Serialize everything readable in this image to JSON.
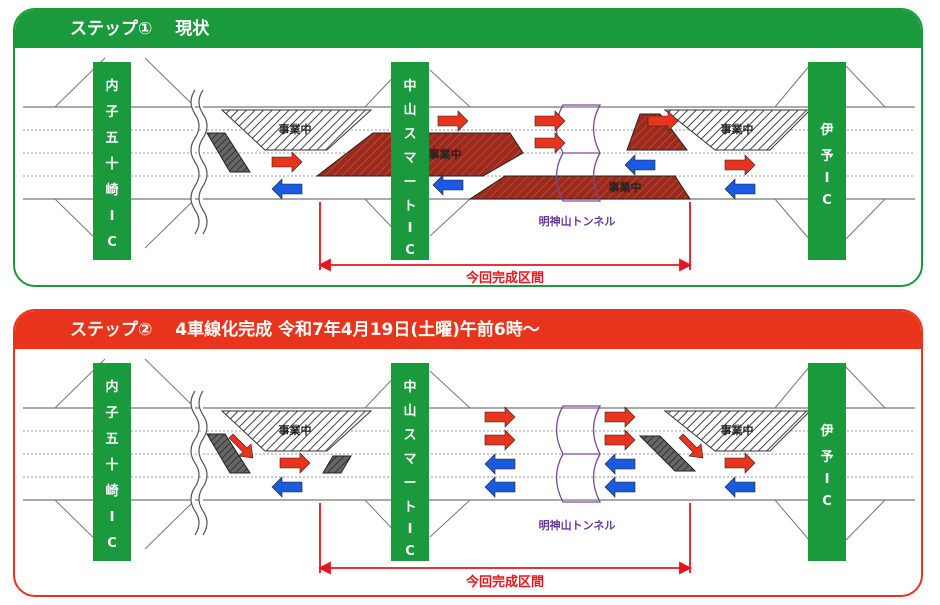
{
  "step1": {
    "title": "ステップ①　 現状",
    "ic_left": "内子五十崎IC",
    "ic_mid": "中山スマートIC",
    "ic_right": "伊予IC",
    "work_label": "事業中",
    "tunnel": "明神山トンネル",
    "section": "今回完成区間"
  },
  "step2": {
    "title": "ステップ②　 4車線化完成 令和7年4月19日(土曜)午前6時～",
    "ic_left": "内子五十崎IC",
    "ic_mid": "中山スマートIC",
    "ic_right": "伊予IC",
    "work_label": "事業中",
    "tunnel": "明神山トンネル",
    "section": "今回完成区間"
  },
  "colors": {
    "step1_header": "#1a9a3c",
    "step2_header": "#e8341c",
    "ic_green": "#1a9a3c",
    "road_work_dark_red": "#9b2a1c",
    "arrow_red": "#e8341c",
    "arrow_blue": "#1a5ae0",
    "tunnel_purple": "#7a4a9a",
    "section_red": "#e8141c"
  }
}
